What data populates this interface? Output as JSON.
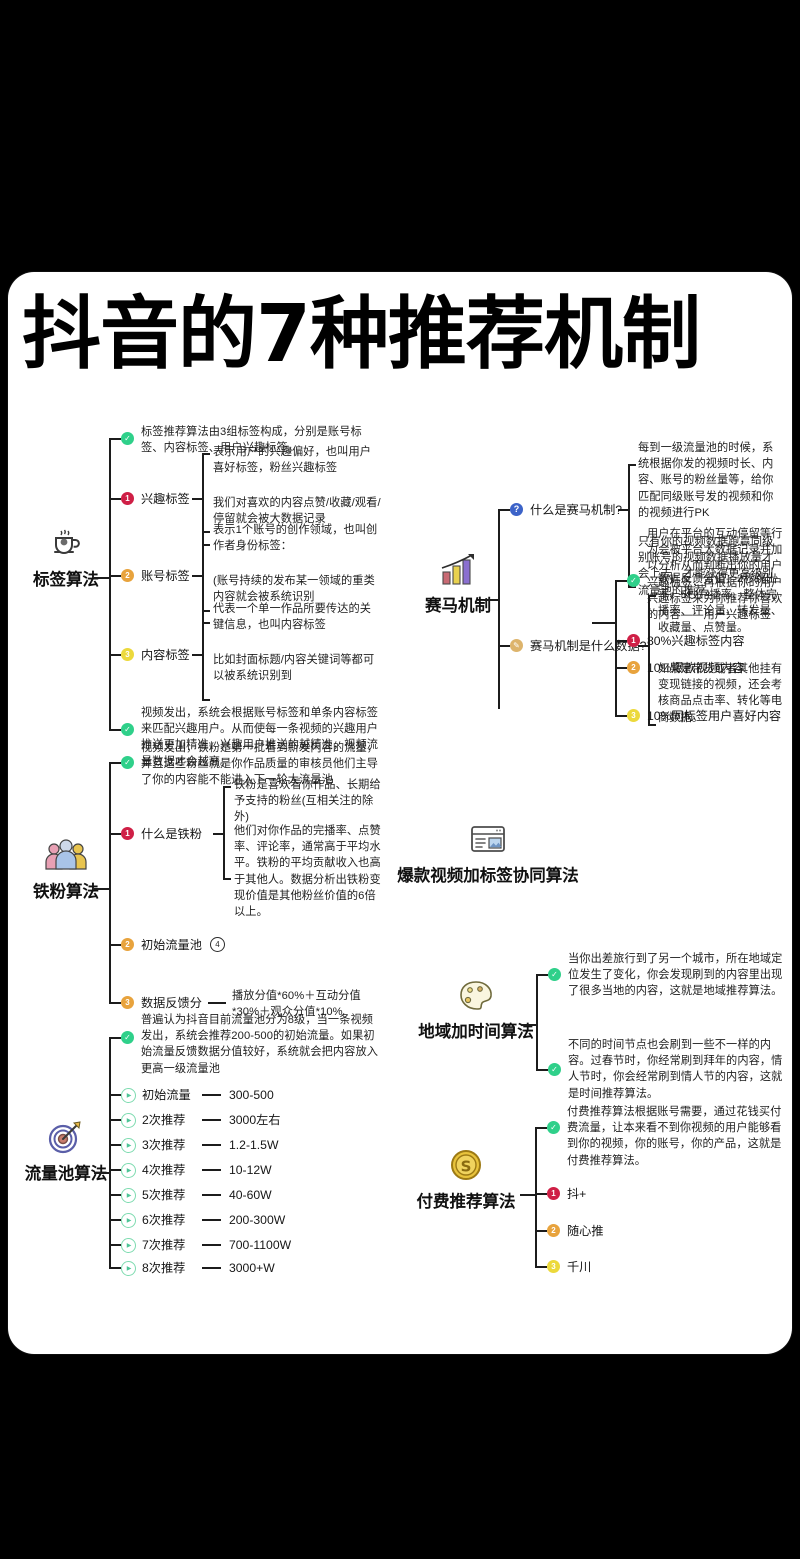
{
  "page": {
    "title": "抖音的7种推荐机制",
    "background": "#000000",
    "card_background": "#ffffff"
  },
  "colors": {
    "green": "#2fd08a",
    "red": "#cf1f46",
    "orange": "#e8a33d",
    "yellow": "#ecd93c",
    "blue": "#3c63c8",
    "tan": "#ddb46c",
    "line": "#1c1c1c",
    "text": "#1e1e1e"
  },
  "branches": {
    "tag_algorithm": {
      "label": "标签算法",
      "icon": "coffee-cup-icon",
      "items": {
        "intro": "标签推荐算法由3组标签构成，分别是账号标签、内容标签、用户兴趣标签。",
        "interest": {
          "label": "兴趣标签",
          "badge": "1",
          "notes": [
            "表示用户的兴趣偏好，也叫用户喜好标签，粉丝兴趣标签",
            "我们对喜欢的内容点赞/收藏/观看/停留就会被大数据记录"
          ]
        },
        "account": {
          "label": "账号标签",
          "badge": "2",
          "notes": [
            "表示1个账号的创作领域，也叫创作者身份标签：",
            "(账号持续的发布某一领域的重类内容就会被系统识别"
          ]
        },
        "content": {
          "label": "内容标签",
          "badge": "3",
          "notes": [
            "代表一个单一作品所要传达的关键信息，也叫内容标签",
            "比如封面标题/内容关键词等都可以被系统识别到"
          ]
        },
        "summary": "视频发出，系统会根据账号标签和单条内容标签来匹配兴趣用户。从而使每一条视频的兴趣用户推送更加精准，兴趣用户推送的越精准，视频流量数据才会越高。"
      }
    },
    "iron_fan_algorithm": {
      "label": "铁粉算法",
      "icon": "three-people-icon",
      "items": {
        "intro": "视频发出，铁粉是第一批看到新发内容的流量，并且这些粉丝就是你作品质量的审核员他们主导了你的内容能不能进入下一轮大流量池",
        "what_is": {
          "label": "什么是铁粉",
          "badge": "1",
          "notes": [
            "铁粉是喜欢看你作品、长期给予支持的粉丝(互相关注的除外)",
            "他们对你作品的完播率、点赞率、评论率，通常高于平均水平。铁粉的平均贡献收入也高于其他人。数据分析出铁粉变现价值是其他粉丝价值的6倍以上。"
          ]
        },
        "initial_pool": {
          "label": "初始流量池",
          "badge": "2",
          "value": "④"
        },
        "feedback_score": {
          "label": "数据反馈分",
          "badge": "3",
          "value": "播放分值*60%＋互动分值*30%＋观众分值*10%"
        }
      }
    },
    "traffic_pool_algorithm": {
      "label": "流量池算法",
      "icon": "target-dart-icon",
      "items": {
        "intro": "普遍认为抖音目前流量池分为8级，当一条视频发出，系统会推荐200-500的初始流量。如果初始流量反馈数据分值较好，系统就会把内容放入更高一级流量池",
        "levels": [
          {
            "label": "初始流量",
            "value": "300-500"
          },
          {
            "label": "2次推荐",
            "value": "3000左右"
          },
          {
            "label": "3次推荐",
            "value": "1.2-1.5W"
          },
          {
            "label": "4次推荐",
            "value": "10-12W"
          },
          {
            "label": "5次推荐",
            "value": "40-60W"
          },
          {
            "label": "6次推荐",
            "value": "200-300W"
          },
          {
            "label": "7次推荐",
            "value": "700-1100W"
          },
          {
            "label": "8次推荐",
            "value": "3000+W"
          }
        ]
      }
    },
    "horse_race_mechanism": {
      "label": "赛马机制",
      "icon": "bar-chart-up-icon",
      "items": {
        "what_is": {
          "label": "什么是赛马机制?",
          "badge": "question",
          "notes": [
            "每到一级流量池的时候，系统根据你发的视频时长、内容、账号的粉丝量等，给你匹配同级账号发的视频和你的视频进行PK",
            "只有你的视频数据跑赢同级别账号的视频数据播放量才会上去，才能获得更高级别流量池的推荐。"
          ]
        },
        "what_data": {
          "label": "赛马机制是什么数据?",
          "badge": "pencil",
          "notes": [
            "数据反馈分值：2秒跳出率、5秒完播率、整体完播率、评论量、转发量、收藏量、点赞量。",
            "如果是带货或者其他挂有变现链接的视频，还会考核商品点击率、转化等电商数据。"
          ]
        }
      }
    },
    "hit_video_tag_algorithm": {
      "label": "爆款视频加标签协同算法",
      "icon": "webpage-window-icon",
      "items": {
        "intro": "用户在平台的互动停留等行为会被平台大数据记录并加以分析从而判断出你的用户兴趣标签，再根据你的用户兴趣标签来为你推荐你喜欢的内容——用户兴趣标签",
        "ratios": [
          {
            "badge": "1",
            "text": "80%兴趣标签内容"
          },
          {
            "badge": "2",
            "text": "10%爆款视频内容"
          },
          {
            "badge": "3",
            "text": "10%同标签用户喜好内容"
          }
        ]
      }
    },
    "region_time_algorithm": {
      "label": "地域加时间算法",
      "icon": "palette-icon",
      "items": {
        "notes": [
          "当你出差旅行到了另一个城市，所在地域定位发生了变化，你会发现刷到的内容里出现了很多当地的内容，这就是地域推荐算法。",
          "不同的时间节点也会刷到一些不一样的内容。过春节时，你经常刷到拜年的内容，情人节时，你会经常刷到情人节的内容，这就是时间推荐算法。"
        ]
      }
    },
    "paid_recommend_algorithm": {
      "label": "付费推荐算法",
      "icon": "gold-coin-dollar-icon",
      "items": {
        "intro": "付费推荐算法根据账号需要，通过花钱买付费流量，让本来看不到你视频的用户能够看到你的视频，你的账号，你的产品，这就是付费推荐算法。",
        "options": [
          {
            "badge": "1",
            "text": "抖+"
          },
          {
            "badge": "2",
            "text": "随心推"
          },
          {
            "badge": "3",
            "text": "千川"
          }
        ]
      }
    }
  }
}
